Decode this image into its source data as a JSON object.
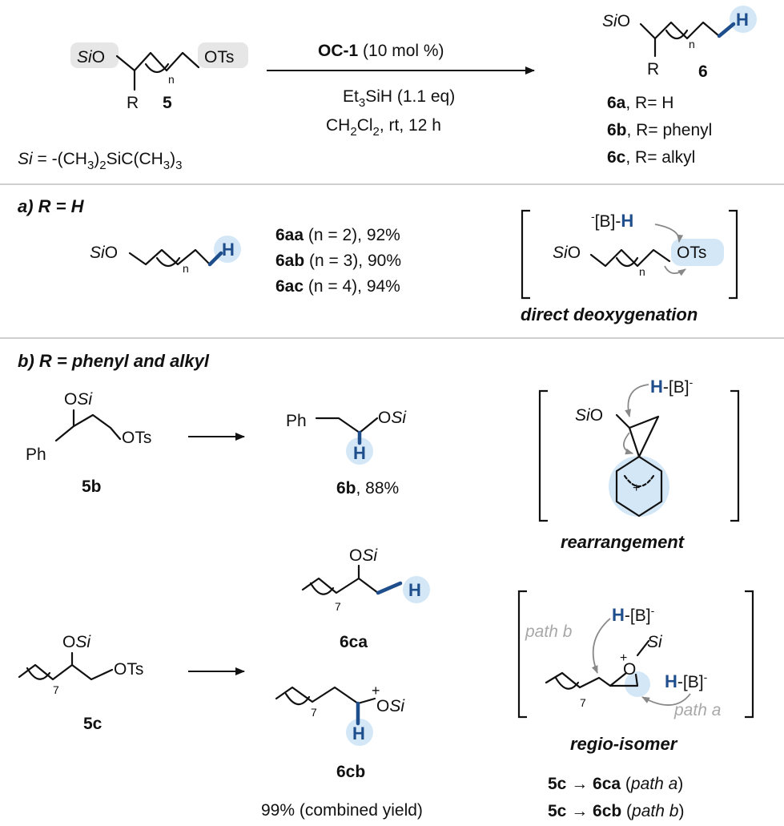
{
  "colors": {
    "accent_blue": "#1f4e8c",
    "highlight": "#d4e7f7",
    "grey_text": "#a8a8a8",
    "group_box": "#e6e6e6"
  },
  "top": {
    "sm_sio": "SiO",
    "sm_ots": "OTs",
    "sm_n": "n",
    "sm_r": "R",
    "sm_num": "5",
    "si_def": "Si = -(CH3)2SiC(CH3)3",
    "cat": "OC-1",
    "cat_load": " (10 mol %)",
    "cond1": "Et3SiH (1.1 eq)",
    "cond2": "CH2Cl2, rt, 12 h",
    "pr_sio": "SiO",
    "pr_n": "n",
    "pr_h": "H",
    "pr_r": "R",
    "pr_num": "6",
    "list": [
      {
        "num": "6a",
        "text": ", R= H"
      },
      {
        "num": "6b",
        "text": ", R= phenyl"
      },
      {
        "num": "6c",
        "text": ", R= alkyl"
      }
    ]
  },
  "section_a": {
    "header": "a) R = H",
    "sio": "SiO",
    "n": "n",
    "h": "H",
    "results": [
      {
        "num": "6aa",
        "text": " (n = 2), 92%"
      },
      {
        "num": "6ab",
        "text": " (n = 3), 90%"
      },
      {
        "num": "6ac",
        "text": " (n = 4), 94%"
      }
    ],
    "mech_hydride": "-[B]-H",
    "mech_sio": "SiO",
    "mech_n": "n",
    "mech_ots": "OTs",
    "mech_label": "direct deoxygenation"
  },
  "section_b": {
    "header": "b) R = phenyl and alkyl",
    "r5b_osi": "OSi",
    "r5b_ots": "OTs",
    "r5b_ph": "Ph",
    "r5b_label": "5b",
    "p6b_ph": "Ph",
    "p6b_osi": "OSi",
    "p6b_h": "H",
    "p6b_label": "6b, 88%",
    "rear_hydride": "H-[B]-",
    "rear_sio": "SiO",
    "rear_plus": "+",
    "rear_label": "rearrangement",
    "r5c_osi": "OSi",
    "r5c_ots": "OTs",
    "r5c_sub": "7",
    "r5c_label": "5c",
    "p6ca_osi": "OSi",
    "p6ca_sub": "7",
    "p6ca_h": "H",
    "p6ca_label": "6ca",
    "p6cb_plus": "+",
    "p6cb_osi": "OSi",
    "p6cb_sub": "7",
    "p6cb_h": "H",
    "p6cb_label": "6cb",
    "combined": "99% (combined yield)",
    "regio_hyd1": "H-[B]-",
    "regio_hyd2": "H-[B]-",
    "regio_path_b": "path b",
    "regio_path_a": "path a",
    "regio_si": "Si",
    "regio_o": "O",
    "regio_plus": "+",
    "regio_sub": "7",
    "regio_label": "regio-isomer",
    "summary": [
      {
        "from": "5c",
        "to": "6ca",
        "path": "path a"
      },
      {
        "from": "5c",
        "to": "6cb",
        "path": "path b"
      }
    ]
  }
}
